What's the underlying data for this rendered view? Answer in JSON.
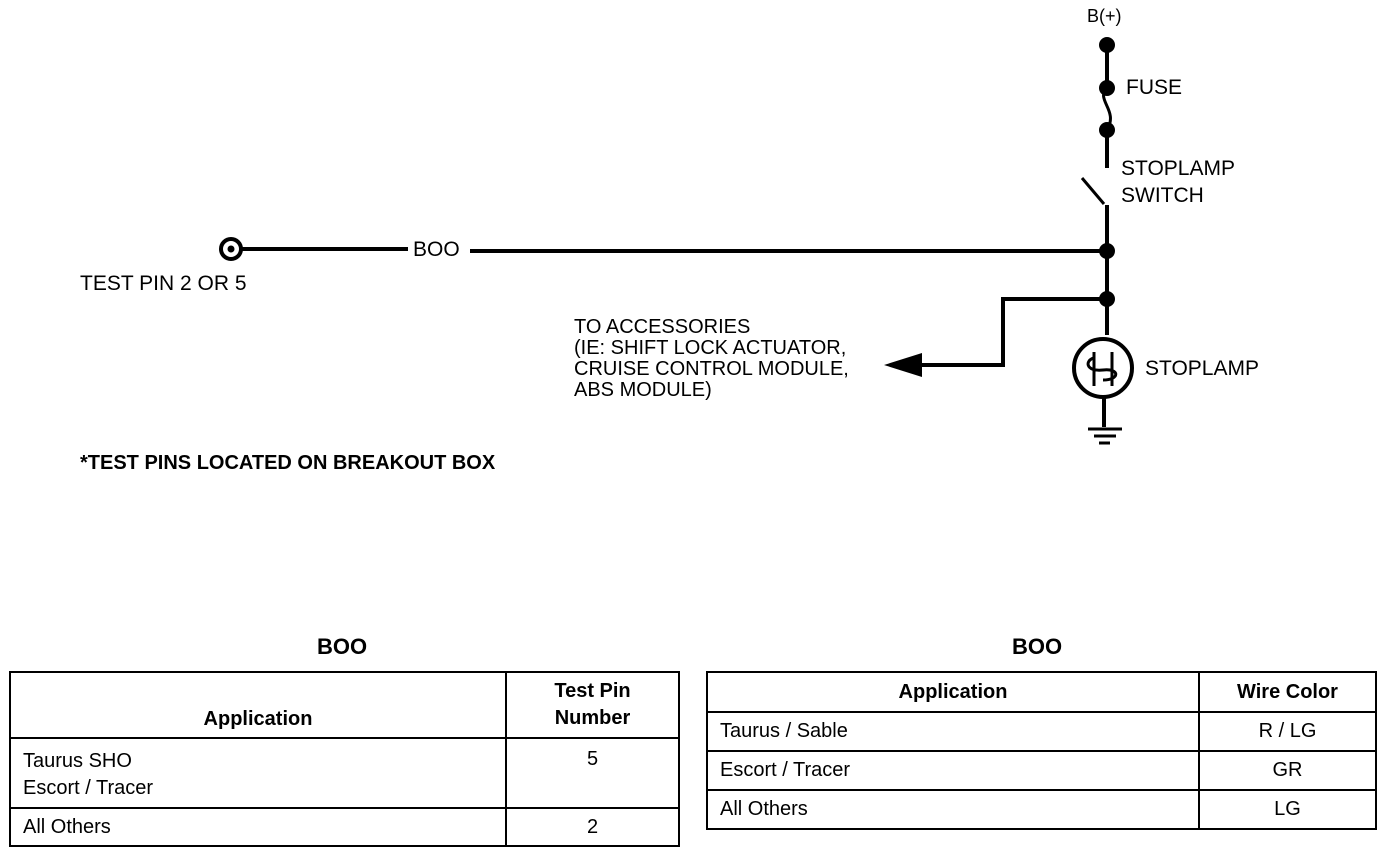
{
  "diagram": {
    "labels": {
      "b_plus": "B(+)",
      "fuse": "FUSE",
      "stoplamp_switch": [
        "STOPLAMP",
        "SWITCH"
      ],
      "boo_wire": "BOO",
      "test_pin": "TEST PIN 2 OR 5",
      "accessories": [
        "TO ACCESSORIES",
        "(IE: SHIFT LOCK ACTUATOR,",
        "CRUISE CONTROL MODULE,",
        "ABS MODULE)"
      ],
      "stoplamp": "STOPLAMP"
    },
    "footnote": "*TEST PINS LOCATED ON BREAKOUT BOX"
  },
  "tables": {
    "left": {
      "title": "BOO",
      "headers": [
        "Application",
        [
          "Test Pin",
          "Number"
        ]
      ],
      "rows": [
        {
          "application": [
            "Taurus SHO",
            "Escort / Tracer"
          ],
          "value": "5"
        },
        {
          "application": [
            "All Others"
          ],
          "value": "2"
        }
      ]
    },
    "right": {
      "title": "BOO",
      "headers": [
        "Application",
        "Wire Color"
      ],
      "rows": [
        {
          "application": "Taurus / Sable",
          "value": "R / LG"
        },
        {
          "application": "Escort / Tracer",
          "value": "GR"
        },
        {
          "application": "All Others",
          "value": "LG"
        }
      ]
    }
  }
}
